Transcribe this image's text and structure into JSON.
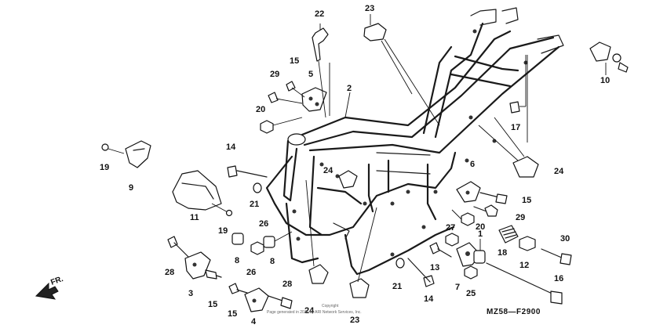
{
  "diagram": {
    "code": "MZ58—F2900",
    "copyright_line1": "Copyright",
    "copyright_line2": "Page generated in 2014 by ARI Network Services, Inc.",
    "direction_label": "FR.",
    "callouts": [
      {
        "id": "c22",
        "text": "22"
      },
      {
        "id": "c23a",
        "text": "23"
      },
      {
        "id": "c15a",
        "text": "15"
      },
      {
        "id": "c29a",
        "text": "29"
      },
      {
        "id": "c5",
        "text": "5"
      },
      {
        "id": "c2",
        "text": "2"
      },
      {
        "id": "c20a",
        "text": "20"
      },
      {
        "id": "c19a",
        "text": "19"
      },
      {
        "id": "c9",
        "text": "9"
      },
      {
        "id": "c14a",
        "text": "14"
      },
      {
        "id": "c11",
        "text": "11"
      },
      {
        "id": "c21a",
        "text": "21"
      },
      {
        "id": "c24a",
        "text": "24"
      },
      {
        "id": "c19b",
        "text": "19"
      },
      {
        "id": "c26a",
        "text": "26"
      },
      {
        "id": "c8a",
        "text": "8"
      },
      {
        "id": "c8b",
        "text": "8"
      },
      {
        "id": "c26b",
        "text": "26"
      },
      {
        "id": "c28a",
        "text": "28"
      },
      {
        "id": "c3",
        "text": "3"
      },
      {
        "id": "c15b",
        "text": "15"
      },
      {
        "id": "c15c",
        "text": "15"
      },
      {
        "id": "c4",
        "text": "4"
      },
      {
        "id": "c28b",
        "text": "28"
      },
      {
        "id": "c24b",
        "text": "24"
      },
      {
        "id": "c23b",
        "text": "23"
      },
      {
        "id": "c21b",
        "text": "21"
      },
      {
        "id": "c14b",
        "text": "14"
      },
      {
        "id": "c13",
        "text": "13"
      },
      {
        "id": "c27",
        "text": "27"
      },
      {
        "id": "c7",
        "text": "7"
      },
      {
        "id": "c25",
        "text": "25"
      },
      {
        "id": "c1",
        "text": "1"
      },
      {
        "id": "c18",
        "text": "18"
      },
      {
        "id": "c12",
        "text": "12"
      },
      {
        "id": "c30",
        "text": "30"
      },
      {
        "id": "c16",
        "text": "16"
      },
      {
        "id": "c6",
        "text": "6"
      },
      {
        "id": "c15d",
        "text": "15"
      },
      {
        "id": "c29b",
        "text": "29"
      },
      {
        "id": "c20b",
        "text": "20"
      },
      {
        "id": "c24c",
        "text": "24"
      },
      {
        "id": "c17",
        "text": "17"
      },
      {
        "id": "c10",
        "text": "10"
      }
    ]
  }
}
